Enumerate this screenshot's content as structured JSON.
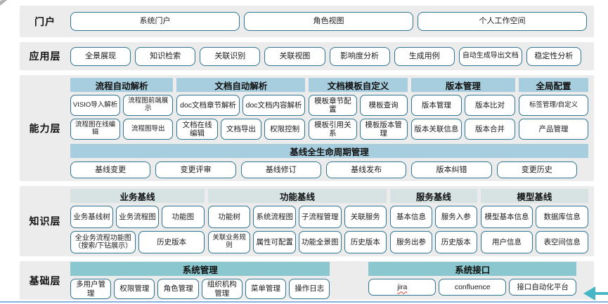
{
  "colors": {
    "box_border": "#2d7590",
    "header_blue": "#a6cede",
    "header_pale": "#d7e2e3",
    "header_teal": "#8ac7ce",
    "row_bg": "#ececec",
    "arrow_teal": "#45b6c6",
    "bottom_line_blue": "#8ab0df"
  },
  "portal": {
    "label": "门户",
    "boxes": [
      "系统门户",
      "角色视图",
      "个人工作空间"
    ]
  },
  "app": {
    "label": "应用层",
    "boxes": [
      "全景展现",
      "知识检索",
      "关联识别",
      "关联视图",
      "影响度分析",
      "生成用例",
      "自动生成导出文档",
      "稳定性分析"
    ]
  },
  "capability": {
    "label": "能力层",
    "groups": [
      {
        "header": "流程自动解析",
        "rows": [
          [
            "VISIO导入解析",
            "流程图前端展示"
          ],
          [
            "流程图在线编辑",
            "流程图导出"
          ]
        ]
      },
      {
        "header": "文档自动解析",
        "rows": [
          [
            "doc文档章节解析",
            "doc文档内容解析"
          ],
          [
            "文档在线编辑",
            "文档导出",
            "权限控制"
          ]
        ]
      },
      {
        "header": "文档模板自定义",
        "rows": [
          [
            "模板章节配置",
            "模板查询"
          ],
          [
            "模板引用关系",
            "模板版本管理"
          ]
        ]
      },
      {
        "header": "版本管理",
        "rows": [
          [
            "版本管理",
            "版本比对"
          ],
          [
            "版本关联信息",
            "版本合并"
          ]
        ]
      },
      {
        "header": "全局配置",
        "rows": [
          [
            "标签管理/自定义"
          ],
          [
            "产品管理"
          ]
        ]
      }
    ],
    "baseline": {
      "header": "基线全生命周期管理",
      "boxes": [
        "基线变更",
        "变更评审",
        "基线修订",
        "基线发布",
        "版本纠错",
        "变更历史"
      ]
    }
  },
  "knowledge": {
    "label": "知识层",
    "groups": [
      {
        "header": "业务基线",
        "rows": [
          [
            "业务基线树",
            "业务流程图",
            "功能图"
          ],
          [
            "全业务流程功能图（搜索/下钻展示）",
            "历史版本"
          ]
        ]
      },
      {
        "header": "功能基线",
        "rows": [
          [
            "功能树",
            "系统流程图",
            "子流程管理",
            "关联服务"
          ],
          [
            "关联业务规则",
            "属性可配置",
            "功能全景图",
            "历史版本"
          ]
        ]
      },
      {
        "header": "服务基线",
        "rows": [
          [
            "基本信息",
            "服务入参"
          ],
          [
            "服务出参",
            "历史版本"
          ]
        ]
      },
      {
        "header": "模型基线",
        "rows": [
          [
            "模型基本信息",
            "数据库信息"
          ],
          [
            "用户信息",
            "表空间信息"
          ]
        ]
      }
    ]
  },
  "foundation": {
    "label": "基础层",
    "groups": [
      {
        "header": "系统管理",
        "boxes": [
          "多用户管理",
          "权限管理",
          "角色管理",
          "组织机构管理",
          "菜单管理",
          "操作日志"
        ]
      },
      {
        "header": "系统接口",
        "boxes": [
          "jira",
          "confluence",
          "接口自动化平台"
        ]
      }
    ]
  }
}
